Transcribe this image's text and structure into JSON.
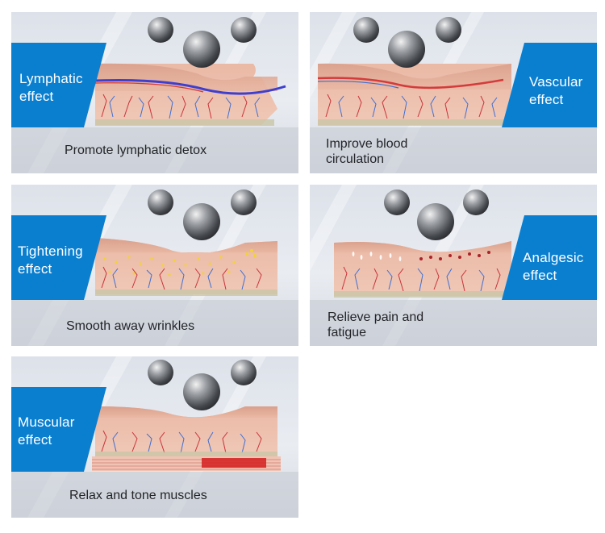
{
  "panels": [
    {
      "effect": "Lymphatic effect",
      "caption": "Promote lymphatic detox",
      "accent": "#0a7fd0"
    },
    {
      "effect": "Vascular effect",
      "caption": "Improve blood circulation",
      "accent": "#0a7fd0"
    },
    {
      "effect": "Tightening effect",
      "caption": "Smooth away wrinkles",
      "accent": "#0a7fd0"
    },
    {
      "effect": "Analgesic effect",
      "caption": "Relieve pain and fatigue",
      "accent": "#0a7fd0"
    },
    {
      "effect": "Muscular effect",
      "caption": "Relax and tone muscles",
      "accent": "#0a7fd0"
    }
  ]
}
